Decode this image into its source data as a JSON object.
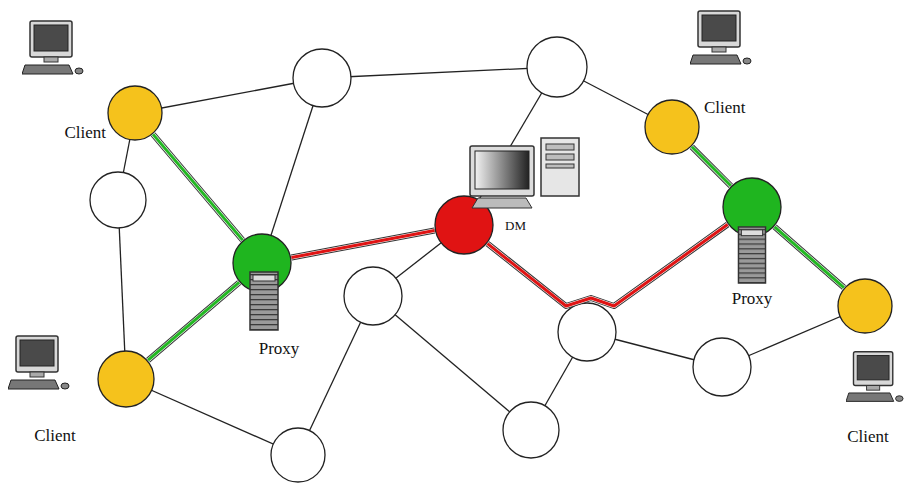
{
  "diagram": {
    "nodes": [
      {
        "text": [
          "Client"
        ]
      },
      {
        "text": [
          "Client"
        ]
      },
      {
        "text": [
          "Proxy"
        ]
      },
      {
        "text": [
          "DM"
        ]
      },
      {
        "text": [
          "Proxy"
        ]
      },
      {
        "text": [
          "Client"
        ]
      },
      {
        "text": [
          "Client"
        ]
      }
    ],
    "edges": [
      {
        "from": 0,
        "to": 2,
        "arrow": "none"
      },
      {
        "from": 6,
        "to": 2,
        "arrow": "none"
      },
      {
        "from": 2,
        "to": 3,
        "arrow": "none"
      },
      {
        "from": 3,
        "to": 4,
        "arrow": "none"
      },
      {
        "from": 1,
        "to": 4,
        "arrow": "none"
      },
      {
        "from": 4,
        "to": 5,
        "arrow": "none"
      }
    ]
  }
}
